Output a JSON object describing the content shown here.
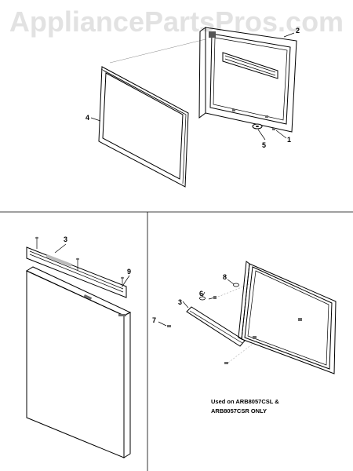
{
  "watermark": "AppliancePartsPros.com",
  "callouts": {
    "c1": "1",
    "c2": "2",
    "c3a": "3",
    "c3b": "3",
    "c4": "4",
    "c5": "5",
    "c6": "6",
    "c7": "7",
    "c8": "8",
    "c9": "9"
  },
  "note": {
    "line1": "Used on ARB8057CSL &",
    "line2": "ARB8057CSR ONLY"
  }
}
